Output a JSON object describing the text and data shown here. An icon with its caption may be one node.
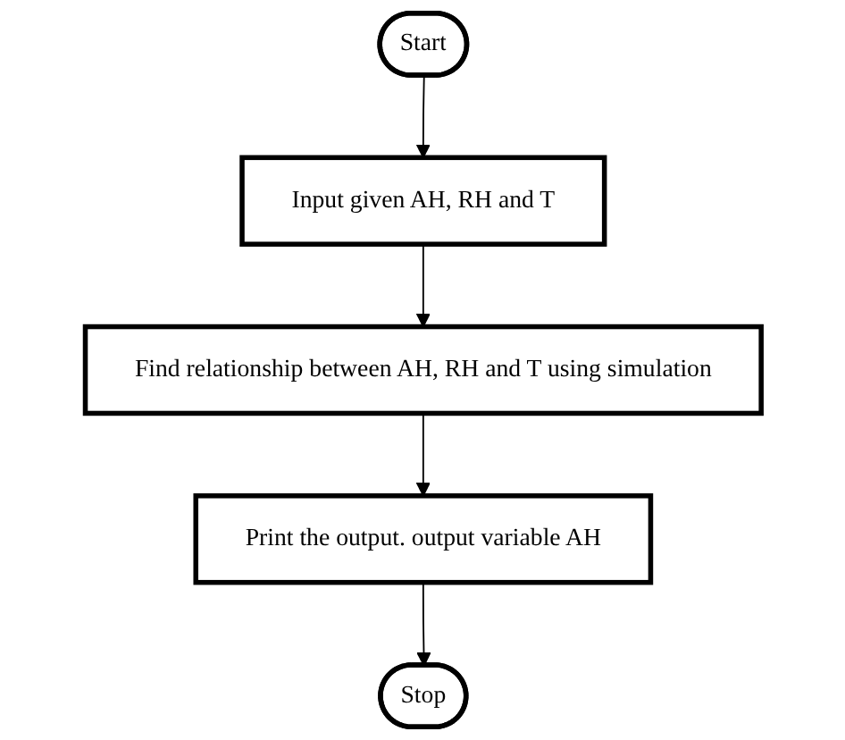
{
  "diagram": {
    "nodes": [
      {
        "text": [
          "Start"
        ]
      },
      {
        "text": [
          "Input given AH, RH and T"
        ]
      },
      {
        "text": [
          "Find relationship between AH, RH and T using simulation"
        ]
      },
      {
        "text": [
          "Print the output. output variable AH"
        ]
      },
      {
        "text": [
          "Stop"
        ]
      }
    ],
    "edges": [
      {
        "from": 0,
        "to": 1,
        "arrow": "to"
      },
      {
        "from": 1,
        "to": 2,
        "arrow": "to"
      },
      {
        "from": 2,
        "to": 3,
        "arrow": "to"
      },
      {
        "from": 3,
        "to": 4,
        "arrow": "to"
      }
    ]
  }
}
